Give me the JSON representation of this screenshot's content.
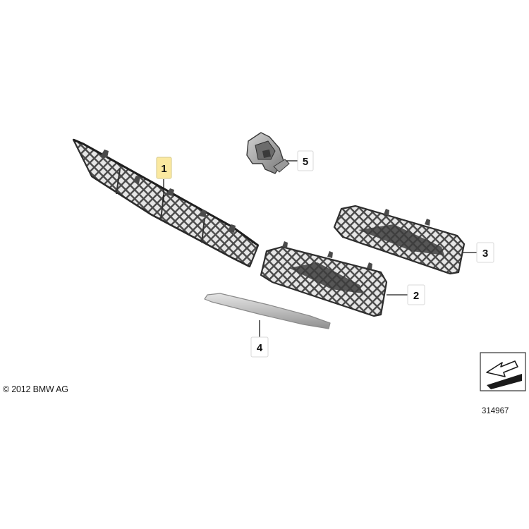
{
  "diagram": {
    "parts": [
      {
        "number": "1",
        "highlighted": true
      },
      {
        "number": "2",
        "highlighted": false
      },
      {
        "number": "3",
        "highlighted": false
      },
      {
        "number": "4",
        "highlighted": false
      },
      {
        "number": "5",
        "highlighted": false
      }
    ],
    "copyright": "© 2012 BMW AG",
    "reference_number": "314967",
    "colors": {
      "highlight_box": "#fbe9a0",
      "callout_border": "#d8d8d8",
      "grille_dark": "#3a3a3a",
      "grille_mid": "#5a5a5a",
      "trim_silver": "#b9b9b9"
    }
  }
}
